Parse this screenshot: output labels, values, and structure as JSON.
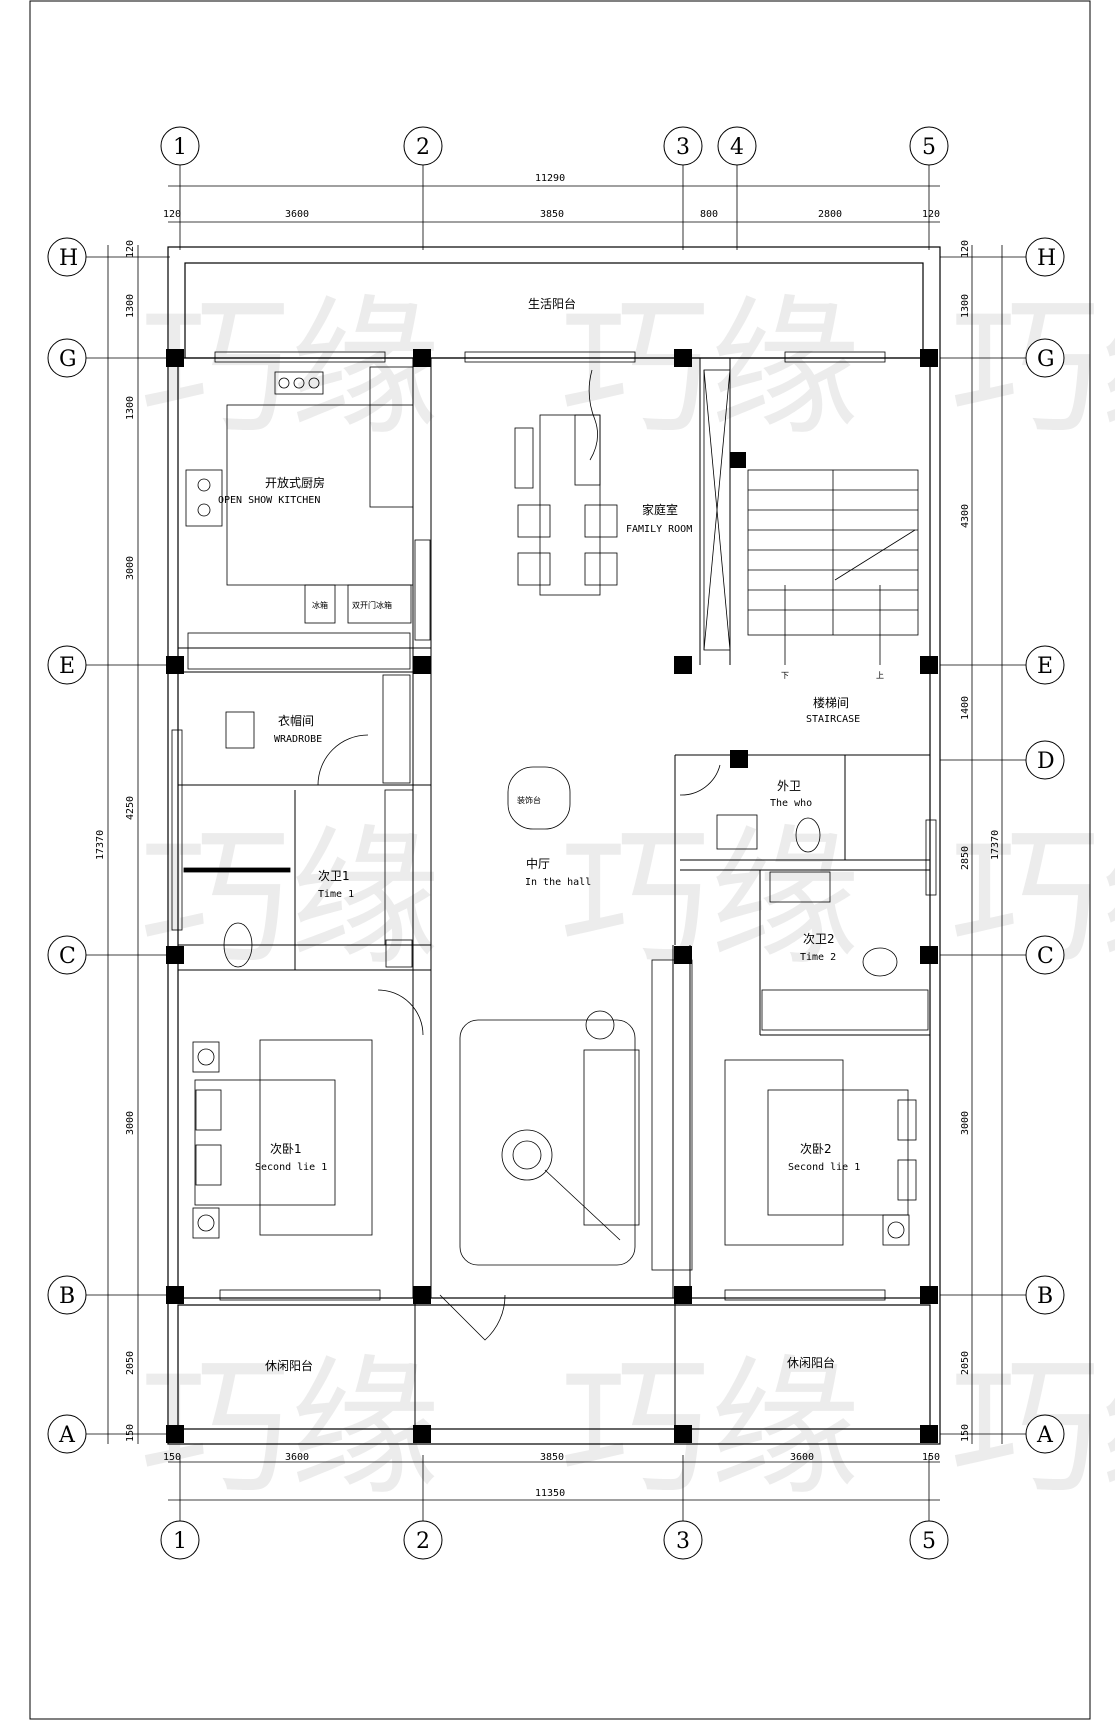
{
  "grid": {
    "columns_top": [
      "1",
      "2",
      "3",
      "4",
      "5"
    ],
    "columns_bottom": [
      "1",
      "2",
      "3",
      "5"
    ],
    "rows": [
      "H",
      "G",
      "E",
      "D",
      "C",
      "B",
      "A"
    ]
  },
  "dims": {
    "top_total": "11290",
    "top_segments": [
      "120",
      "3600",
      "3850",
      "800",
      "2800",
      "120"
    ],
    "bottom_total": "11350",
    "bottom_segments": [
      "150",
      "3600",
      "3850",
      "3600",
      "150"
    ],
    "left_total": "17370",
    "left_segments": [
      "120",
      "1300",
      "1300",
      "3000",
      "4250",
      "3000",
      "2050",
      "150"
    ],
    "right_total": "17370",
    "right_segments": [
      "120",
      "1300",
      "4300",
      "1400",
      "2850",
      "3000",
      "2050",
      "150"
    ]
  },
  "rooms": {
    "balcony_top": "生活阳台",
    "kitchen_cn": "开放式厨房",
    "kitchen_en": "OPEN SHOW KITCHEN",
    "kitchen_fridge": "冰箱",
    "kitchen_cabinet": "双开门冰箱",
    "family_cn": "家庭室",
    "family_en": "FAMILY ROOM",
    "stair_cn": "楼梯间",
    "stair_en": "STAIRCASE",
    "stair_down": "下",
    "stair_up": "上",
    "wardrobe_cn": "衣帽间",
    "wardrobe_en": "WRADROBE",
    "hall_cn": "中厅",
    "hall_en": "In the hall",
    "hall_table": "装饰台",
    "toilet_out_cn": "外卫",
    "toilet_out_en": "The who",
    "bath1_cn": "次卫1",
    "bath1_en": "Time 1",
    "bath2_cn": "次卫2",
    "bath2_en": "Time 2",
    "bed1_cn": "次卧1",
    "bed1_en": "Second lie 1",
    "bed2_cn": "次卧2",
    "bed2_en": "Second lie 1",
    "balcony_left": "休闲阳台",
    "balcony_right": "休闲阳台"
  },
  "watermark": "巧缘"
}
